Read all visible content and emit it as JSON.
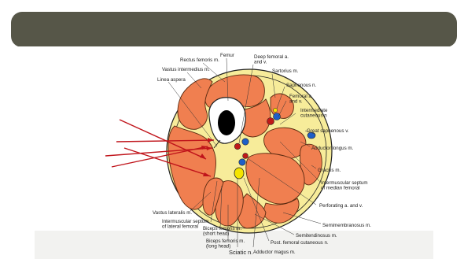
{
  "slide": {
    "title": "",
    "colors": {
      "title_bar": "#565648",
      "background": "#ffffff",
      "panel": "#f2f2f0",
      "muscle": "#f07f50",
      "fascia": "#f7ec9a",
      "artery": "#c01818",
      "vein": "#1e5fc8",
      "nerve": "#f5e400",
      "arrow": "#c0141b"
    }
  },
  "diagram": {
    "labels": {
      "femur": "Femur",
      "rectus_femoris": "Rectus femoris m.",
      "vastus_intermedius": "Vastus intermedius m.",
      "linea_aspera": "Linea aspera",
      "deep_femoral": "Deep femoral a.\nand v.",
      "sartorius": "Sartorius m.",
      "saphenous_n": "Saphenous n.",
      "femoral_av": "Femoral a.\nand v.",
      "intermediate_cutaneous": "Intermediate\ncutaneous n",
      "great_saphenous": "Great saphenous v.",
      "adductor_longus": "Adductor longus m.",
      "gracilis": "Gracilis m.",
      "septum_median": "Intermuscular septum\nof median femoral",
      "perforating": "Perforating a. and v.",
      "semimembranosus": "Semimembranosus m.",
      "semitendinosus": "Semitendinosus m.",
      "post_femoral_cutaneous": "Post. femoral cutaneous n.",
      "adductor_magnus": "Adductor magus m.",
      "sciatic": "Sciatic n.",
      "biceps_long": "Biceps femoris m.\n(long head)",
      "biceps_short": "Biceps femoris m.\n(short head)",
      "septum_lateral": "Intermuscular septum\nof lateral femoral",
      "vastus_lateralis": "Vastus lateralis m."
    }
  }
}
